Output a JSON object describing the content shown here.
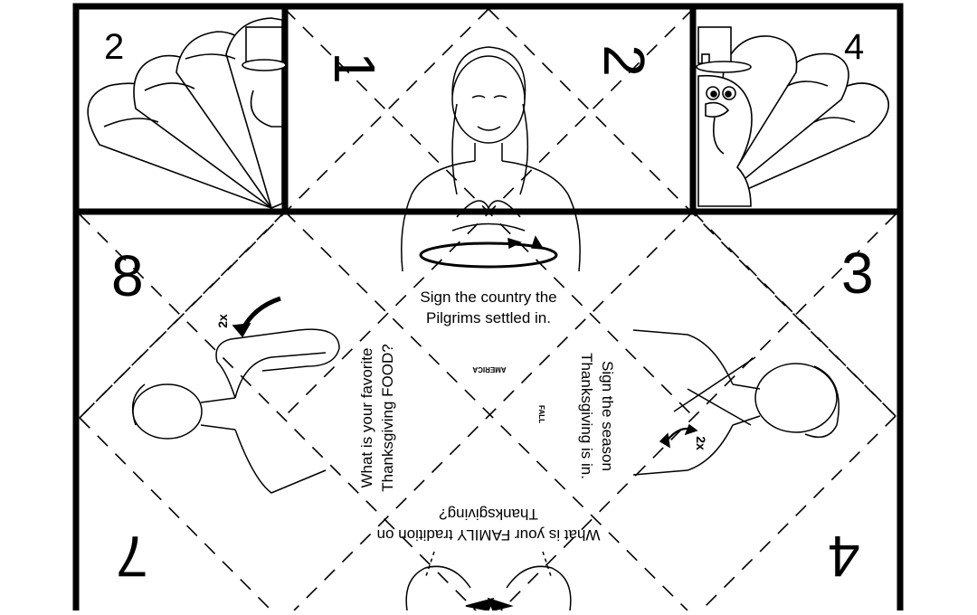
{
  "corner_numbers": {
    "top_left": "2",
    "top_right": "4"
  },
  "flap_numbers": [
    "1",
    "2",
    "3",
    "4",
    "7",
    "8"
  ],
  "questions": {
    "top": "Sign the country the Pilgrims settled in.",
    "right": "Sign the season Thanksgiving is in.",
    "bottom": "What is your FAMILY tradition on Thanksgiving?",
    "left": "What is your favorite Thanksgiving FOOD?"
  },
  "answers": {
    "top": "AMERICA",
    "right": "FALL"
  },
  "repeat_marks": {
    "left": "2x",
    "right": "2x"
  }
}
